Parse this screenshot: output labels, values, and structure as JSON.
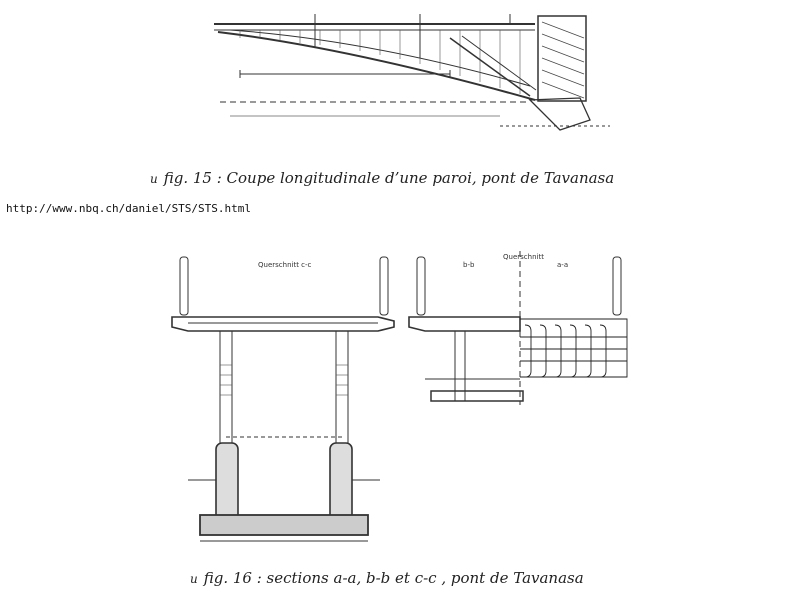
{
  "fig15": {
    "bullet": "u",
    "caption": "fig. 15 : Coupe longitudinale d’une paroi, pont de Tavanasa"
  },
  "source_url": "http://www.nbq.ch/daniel/STS/STS.html",
  "fig16": {
    "bullet": "u",
    "caption": "fig. 16 : sections a-a, b-b et c-c , pont de Tavanasa",
    "label_cc": "Querschnitt c-c",
    "label_bb": "b-b",
    "label_qs": "Querschnitt",
    "label_aa": "a-a"
  }
}
